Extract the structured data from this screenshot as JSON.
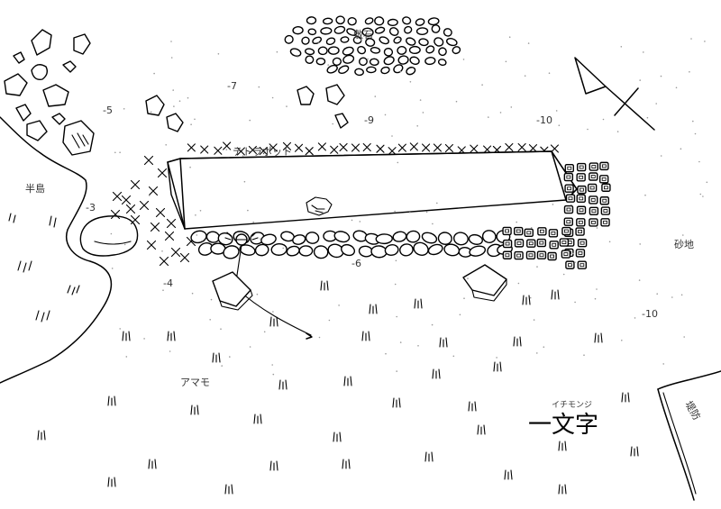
{
  "map": {
    "labels": {
      "peninsula": "半島",
      "tetrapod": "テトラポット",
      "paving_stones": "敷石",
      "eelgrass": "アマモ",
      "sand": "砂地",
      "embankment": "堤防",
      "breakwater_reading": "イチモンジ",
      "breakwater": "一文字"
    },
    "depths": [
      "-7",
      "-5",
      "-9",
      "-10",
      "-3",
      "-6",
      "-4",
      "-10"
    ],
    "north_arrow_icon": "north-arrow-icon",
    "colors": {
      "ink": "#000000",
      "paper": "#ffffff",
      "dots": "#999999"
    }
  }
}
